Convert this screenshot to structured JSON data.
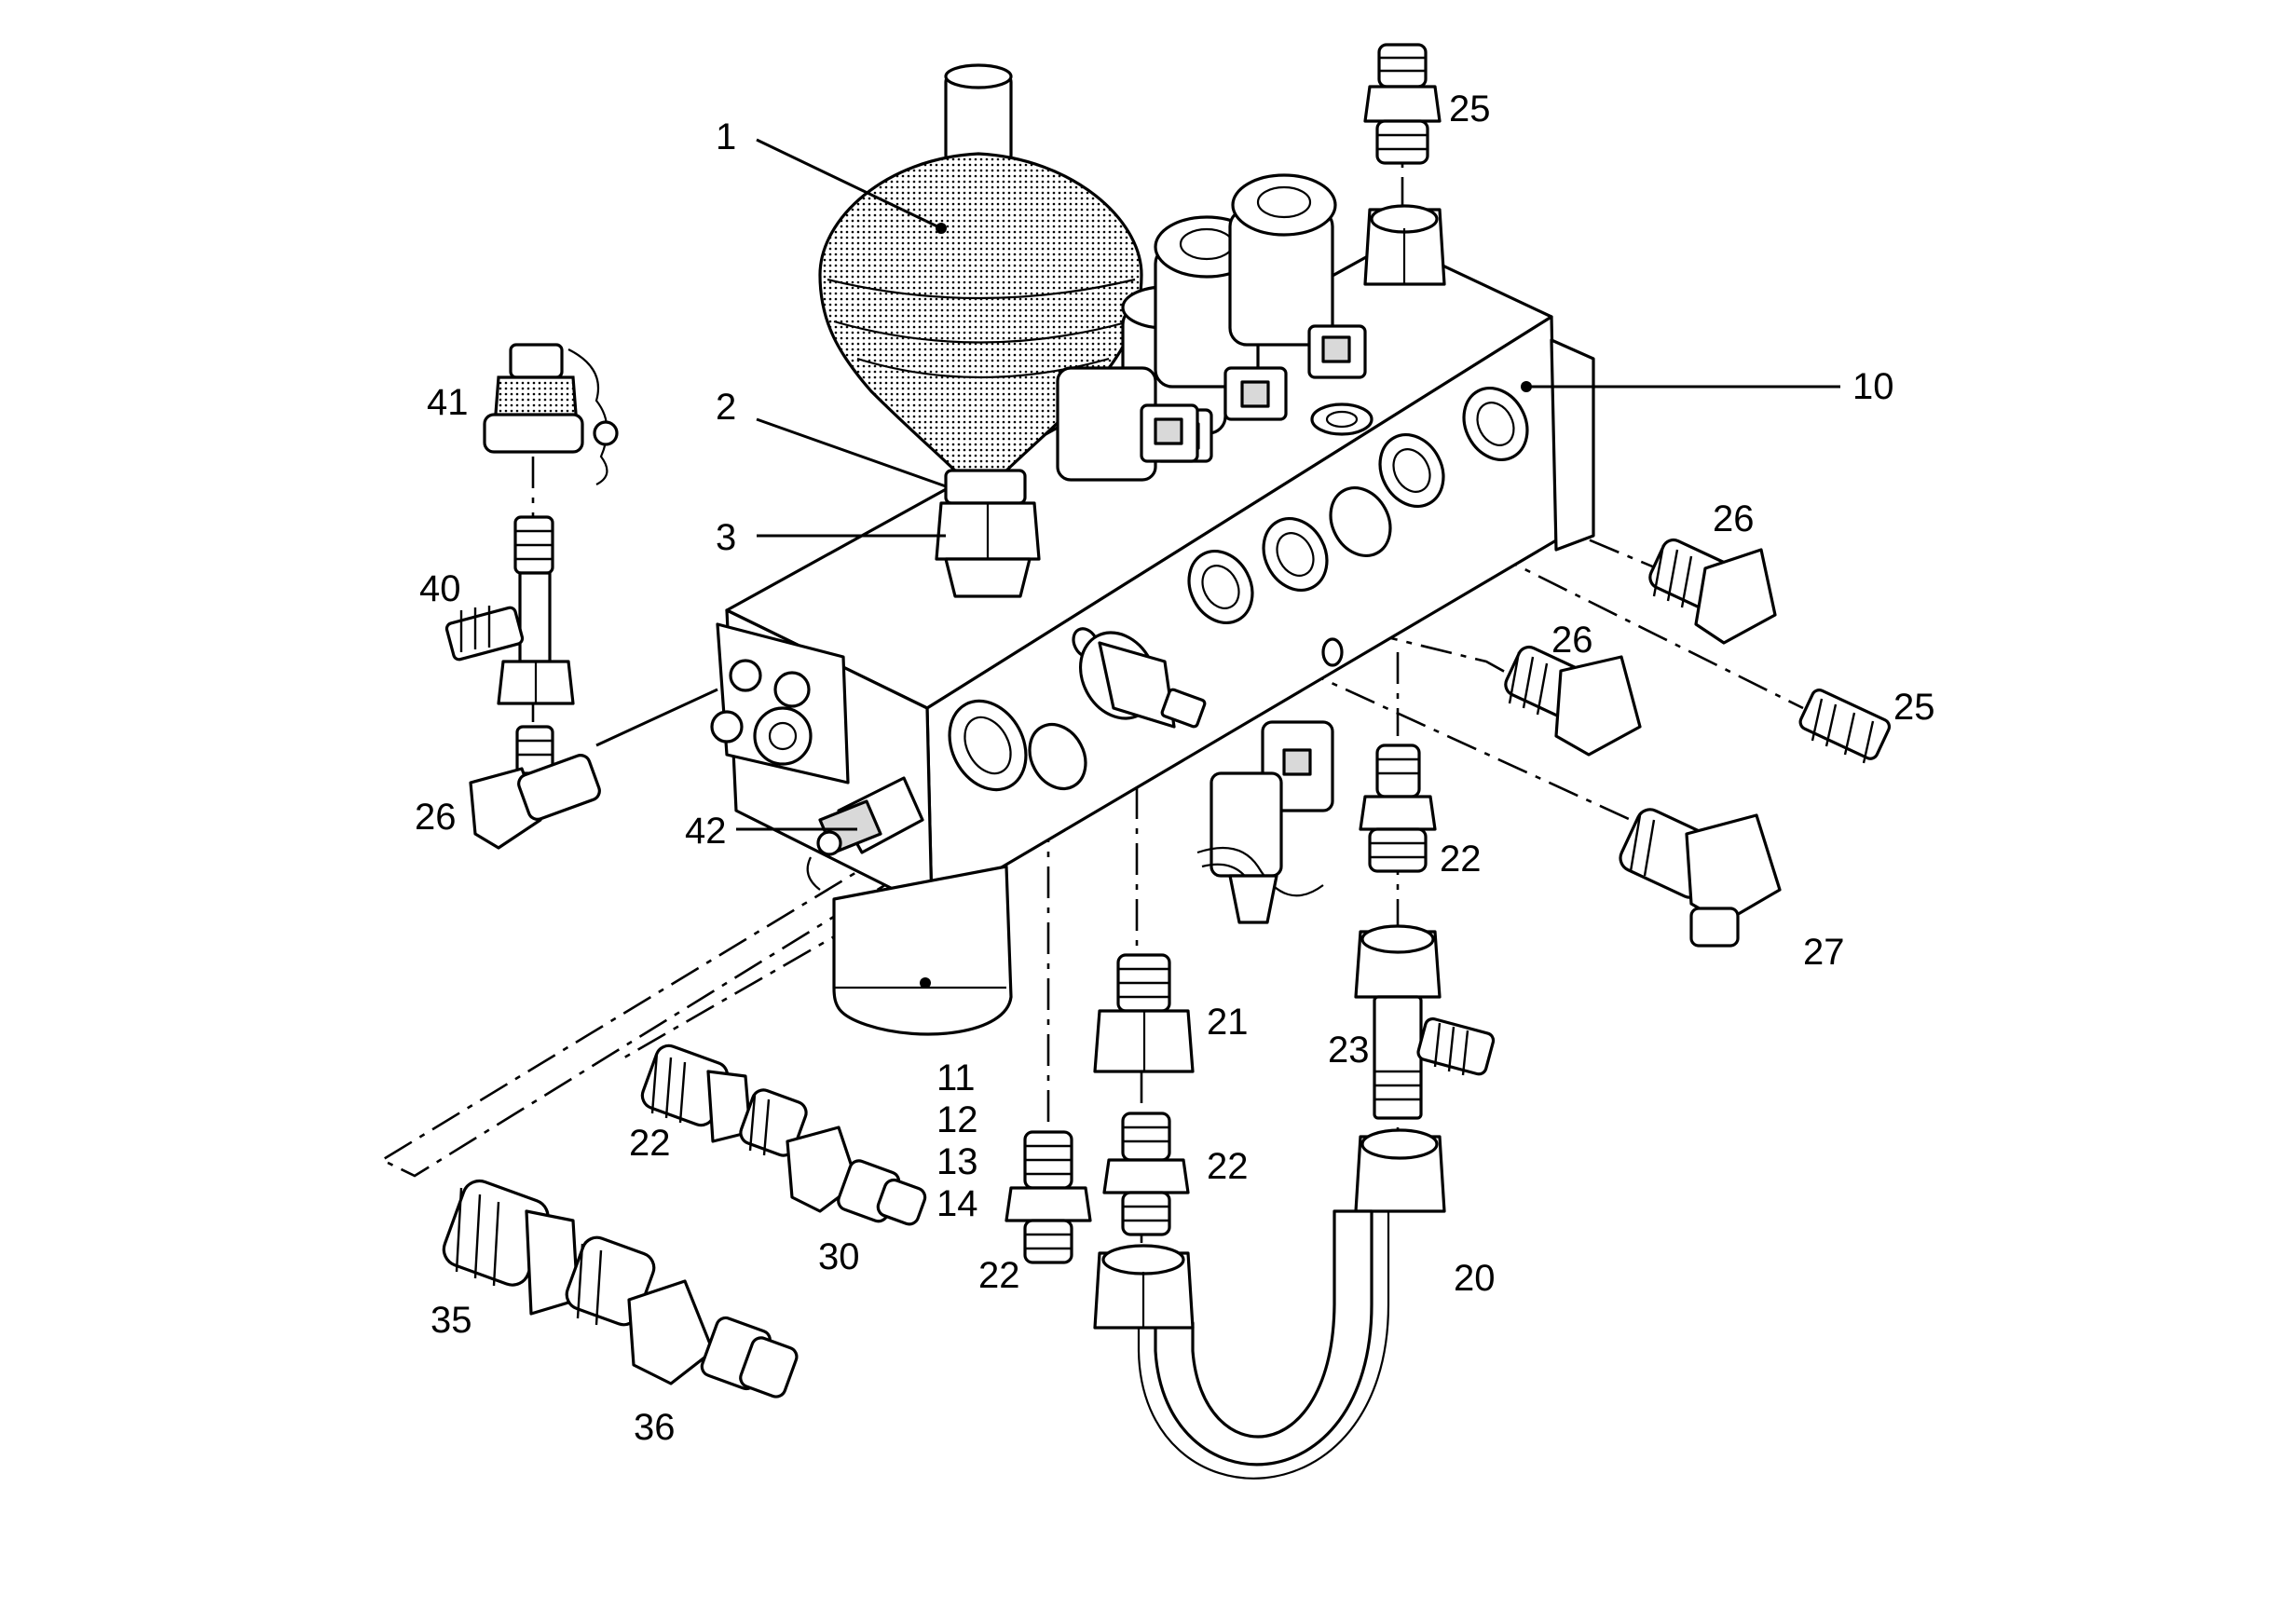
{
  "callouts": {
    "c1": "1",
    "c2": "2",
    "c3": "3",
    "c10": "10",
    "c11": "11",
    "c12": "12",
    "c13": "13",
    "c14": "14",
    "c20": "20",
    "c21": "21",
    "c22_a": "22",
    "c22_b": "22",
    "c22_c": "22",
    "c22_d": "22",
    "c23": "23",
    "c25_top": "25",
    "c25_right": "25",
    "c26_left": "26",
    "c26_mid": "26",
    "c26_right": "26",
    "c27": "27",
    "c30": "30",
    "c35": "35",
    "c36": "36",
    "c40": "40",
    "c41": "41",
    "c42": "42"
  },
  "icons": {
    "accumulator": "accumulator-icon",
    "valve-block": "valve-block-icon",
    "solenoid": "solenoid-coil-icon",
    "fitting": "hex-fitting-icon",
    "hose": "hose-icon",
    "filter": "filter-canister-icon"
  }
}
